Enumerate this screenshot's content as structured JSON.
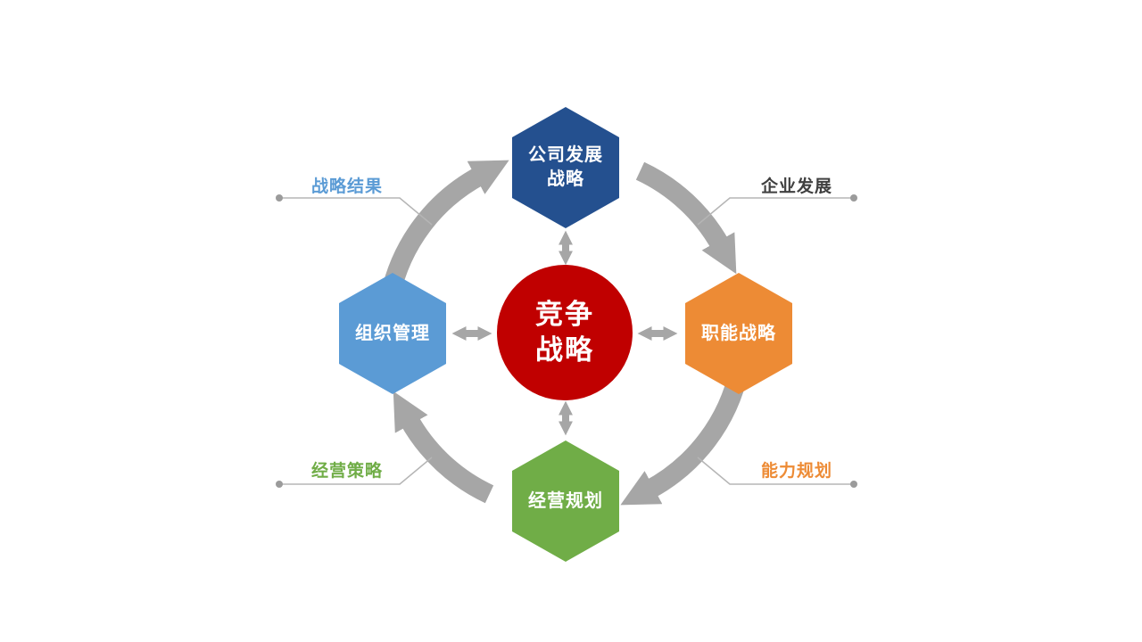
{
  "center": {
    "line1": "竞争",
    "line2": "战略",
    "color": "#C00000"
  },
  "nodes": {
    "top": {
      "line1": "公司发展",
      "line2": "战略",
      "color": "#24508F"
    },
    "right": {
      "label": "职能战略",
      "color": "#ED8B35"
    },
    "bottom": {
      "label": "经营规划",
      "color": "#70AD47"
    },
    "left": {
      "label": "组织管理",
      "color": "#5B9BD5"
    }
  },
  "callouts": {
    "top_left": {
      "label": "战略结果",
      "color": "#5B9BD5"
    },
    "top_right": {
      "label": "企业发展",
      "color": "#404040"
    },
    "bottom_left": {
      "label": "经营策略",
      "color": "#70AD47"
    },
    "bottom_right": {
      "label": "能力规划",
      "color": "#ED8B35"
    }
  },
  "colors": {
    "background": "#FFFFFF",
    "arrow_gray": "#A6A6A6",
    "callout_line_gray": "#B5B5B5",
    "callout_dot_gray": "#9B9B9B"
  }
}
